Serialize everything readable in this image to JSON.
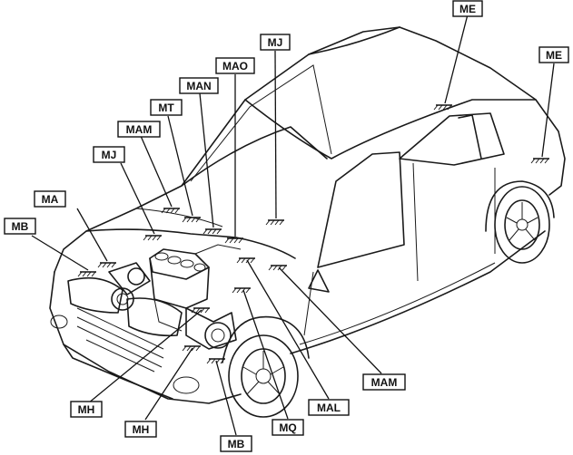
{
  "labels": {
    "me_rear": "ME",
    "me_side": "ME",
    "mj_roof": "MJ",
    "mao": "MAO",
    "man": "MAN",
    "mt": "MT",
    "mam_upper": "MAM",
    "mj_left": "MJ",
    "ma": "MA",
    "mb_left": "MB",
    "mh_upper": "MH",
    "mh_lower": "MH",
    "mb_bottom": "MB",
    "mq": "MQ",
    "mal": "MAL",
    "mam_lower": "MAM"
  }
}
